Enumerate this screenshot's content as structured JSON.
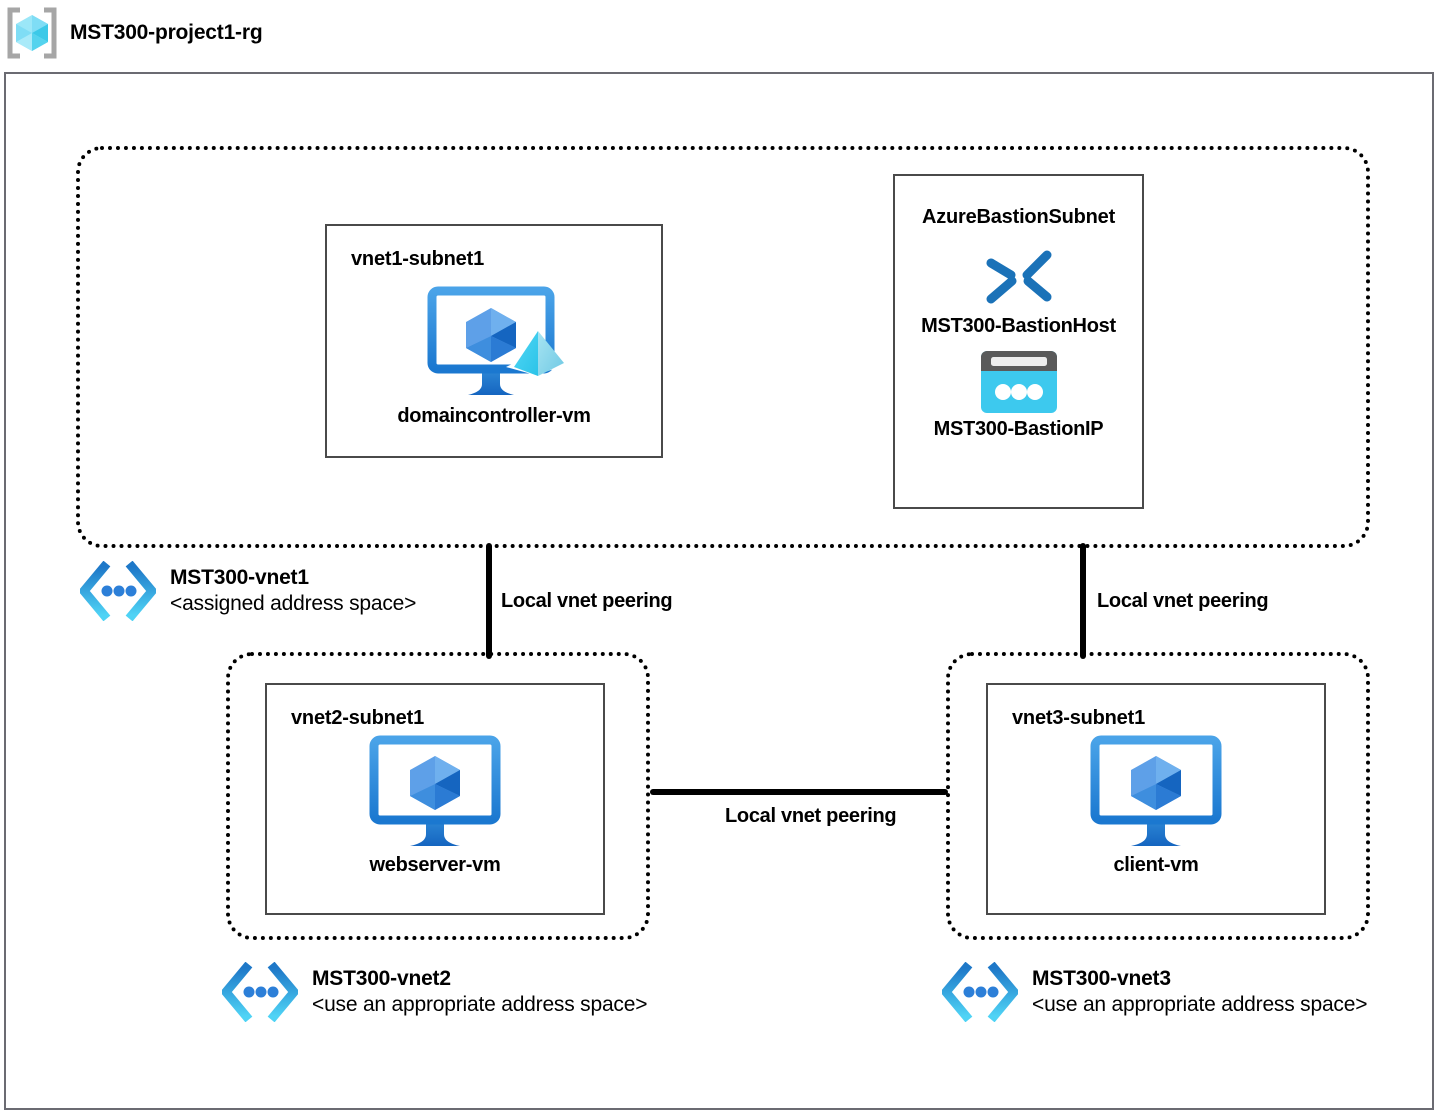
{
  "header": {
    "resource_group_name": "MST300-project1-rg",
    "icon": "resource-group-icon"
  },
  "vnets": [
    {
      "id": "vnet1",
      "name": "MST300-vnet1",
      "address_space": "<assigned address space>",
      "icon": "virtual-network-icon"
    },
    {
      "id": "vnet2",
      "name": "MST300-vnet2",
      "address_space": "<use an appropriate address space>",
      "icon": "virtual-network-icon"
    },
    {
      "id": "vnet3",
      "name": "MST300-vnet3",
      "address_space": "<use an appropriate address space>",
      "icon": "virtual-network-icon"
    }
  ],
  "subnets": {
    "vnet1_subnet1": {
      "title": "vnet1-subnet1",
      "resource_label": "domaincontroller-vm",
      "resource_icon": "domain-controller-vm-icon"
    },
    "bastion_subnet": {
      "title": "AzureBastionSubnet",
      "host_label": "MST300-BastionHost",
      "host_icon": "bastion-host-icon",
      "ip_label": "MST300-BastionIP",
      "ip_icon": "public-ip-address-icon"
    },
    "vnet2_subnet1": {
      "title": "vnet2-subnet1",
      "resource_label": "webserver-vm",
      "resource_icon": "virtual-machine-icon"
    },
    "vnet3_subnet1": {
      "title": "vnet3-subnet1",
      "resource_label": "client-vm",
      "resource_icon": "virtual-machine-icon"
    }
  },
  "connections": [
    {
      "id": "vnet1-to-vnet2",
      "label": "Local vnet peering",
      "orientation": "vertical"
    },
    {
      "id": "vnet1-to-vnet3",
      "label": "Local vnet peering",
      "orientation": "vertical"
    },
    {
      "id": "vnet2-to-vnet3",
      "label": "Local vnet peering",
      "orientation": "horizontal"
    }
  ],
  "colors": {
    "azure_blue": "#0078D4",
    "vm_blue": "#1E90E0",
    "cube_light": "#5EA0E8",
    "cube_mid": "#3C87DE",
    "cube_dark": "#1565C0",
    "cyan": "#3DC9EE",
    "cyan_light": "#9BE7F8",
    "teal": "#32BEDD",
    "gray_border": "#6B6B72",
    "dark_gray": "#5A5A5A",
    "black": "#000000"
  }
}
